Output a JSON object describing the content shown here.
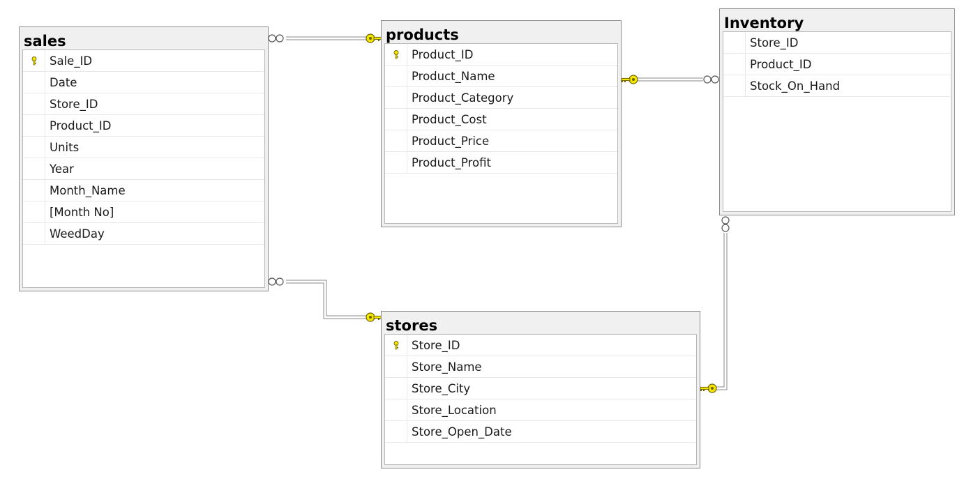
{
  "colors": {
    "key_fill": "#f5e600",
    "key_stroke": "#6e6400",
    "connector": "#8a8a8a",
    "table_bg": "#f0f0f0",
    "body_bg": "#ffffff"
  },
  "tables": {
    "sales": {
      "title": "sales",
      "columns": [
        {
          "name": "Sale_ID",
          "key": true
        },
        {
          "name": "Date",
          "key": false
        },
        {
          "name": "Store_ID",
          "key": false
        },
        {
          "name": "Product_ID",
          "key": false
        },
        {
          "name": "Units",
          "key": false
        },
        {
          "name": "Year",
          "key": false
        },
        {
          "name": "Month_Name",
          "key": false
        },
        {
          "name": "[Month No]",
          "key": false
        },
        {
          "name": "WeedDay",
          "key": false
        }
      ]
    },
    "products": {
      "title": "products",
      "columns": [
        {
          "name": "Product_ID",
          "key": true
        },
        {
          "name": "Product_Name",
          "key": false
        },
        {
          "name": "Product_Category",
          "key": false
        },
        {
          "name": "Product_Cost",
          "key": false
        },
        {
          "name": "Product_Price",
          "key": false
        },
        {
          "name": "Product_Profit",
          "key": false
        }
      ]
    },
    "inventory": {
      "title": "Inventory",
      "columns": [
        {
          "name": "Store_ID",
          "key": false
        },
        {
          "name": "Product_ID",
          "key": false
        },
        {
          "name": "Stock_On_Hand",
          "key": false
        }
      ]
    },
    "stores": {
      "title": "stores",
      "columns": [
        {
          "name": "Store_ID",
          "key": true
        },
        {
          "name": "Store_Name",
          "key": false
        },
        {
          "name": "Store_City",
          "key": false
        },
        {
          "name": "Store_Location",
          "key": false
        },
        {
          "name": "Store_Open_Date",
          "key": false
        }
      ]
    }
  },
  "relationships": [
    {
      "from": "sales",
      "to": "products",
      "from_end": "many",
      "to_end": "one"
    },
    {
      "from": "inventory",
      "to": "products",
      "from_end": "many",
      "to_end": "one"
    },
    {
      "from": "sales",
      "to": "stores",
      "from_end": "many",
      "to_end": "one"
    },
    {
      "from": "inventory",
      "to": "stores",
      "from_end": "many",
      "to_end": "one"
    }
  ]
}
